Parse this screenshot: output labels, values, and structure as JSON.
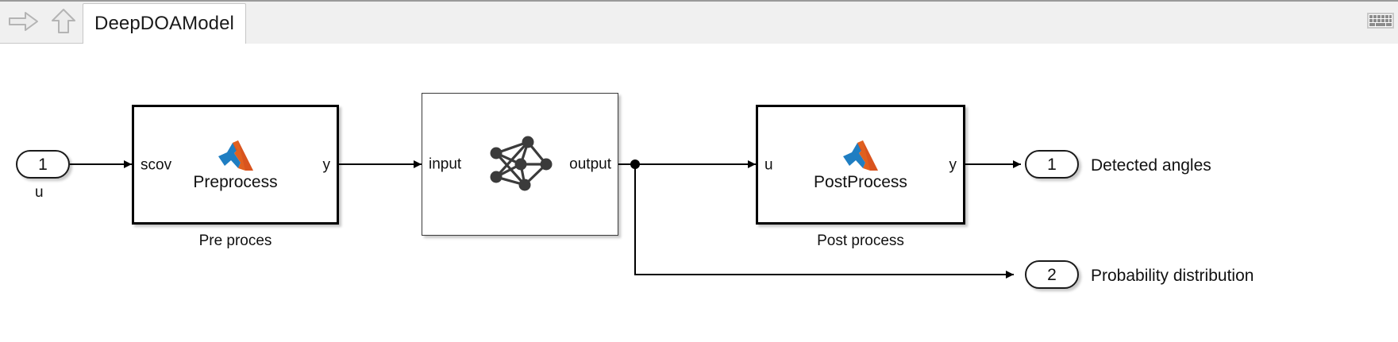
{
  "window": {
    "tab_label": "DeepDOAModel",
    "nav": {
      "forward_icon": "arrow-right-icon",
      "up_icon": "arrow-up-icon"
    },
    "keyboard_icon": "keyboard-icon"
  },
  "diagram": {
    "inputs": [
      {
        "number": "1",
        "caption": "u",
        "name": "inport-1"
      }
    ],
    "blocks": [
      {
        "id": "preprocess",
        "title": "Preprocess",
        "caption": "Pre proces",
        "in_port": "scov",
        "out_port": "y",
        "icon": "matlab-function-icon"
      },
      {
        "id": "network",
        "title": "",
        "caption": "",
        "in_port": "input",
        "out_port": "output",
        "icon": "neural-network-icon"
      },
      {
        "id": "postprocess",
        "title": "PostProcess",
        "caption": "Post process",
        "in_port": "u",
        "out_port": "y",
        "icon": "matlab-function-icon"
      }
    ],
    "outputs": [
      {
        "number": "1",
        "label": "Detected angles",
        "name": "outport-1"
      },
      {
        "number": "2",
        "label": "Probability distribution",
        "name": "outport-2"
      }
    ],
    "colors": {
      "block_border": "#000000",
      "signal_line": "#000000",
      "canvas_background": "#ffffff",
      "logo_orange": "#d9541e",
      "logo_blue": "#1f7ec2"
    }
  }
}
